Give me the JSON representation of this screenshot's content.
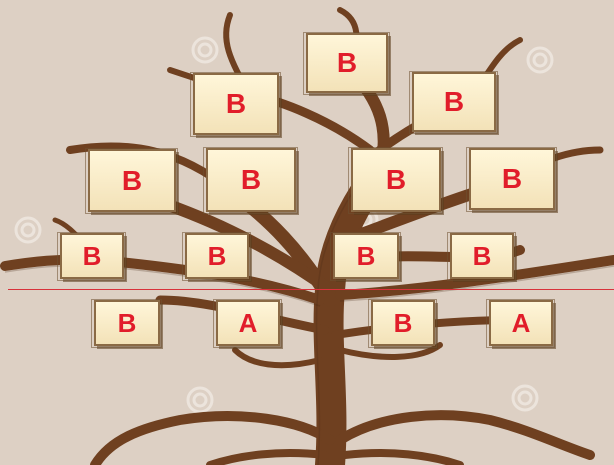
{
  "colors": {
    "background": "#dccfc3",
    "trunk": "#7b4a25",
    "card_fill": "#f6e7c1",
    "card_border": "#8a6a45",
    "label": "#e11d2a",
    "divider": "#d8323b"
  },
  "tree": {
    "top_card": "B",
    "row2": [
      "B",
      "B"
    ],
    "row3": [
      "B",
      "B",
      "B",
      "B"
    ],
    "row4": [
      "B",
      "B",
      "B",
      "B"
    ],
    "row5": [
      "B",
      "A",
      "B",
      "A"
    ]
  },
  "watermark": "dreamstime"
}
